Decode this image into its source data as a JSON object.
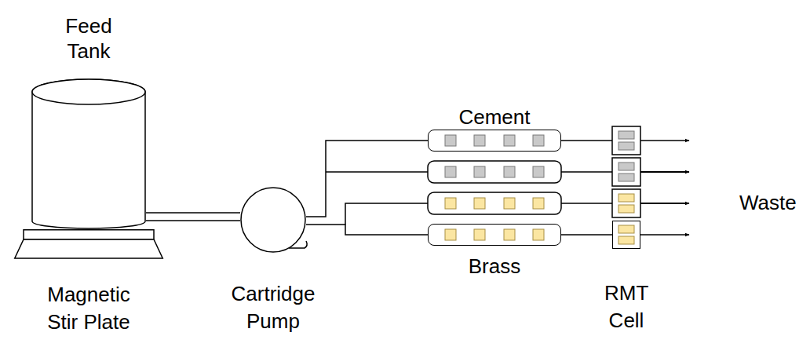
{
  "diagram": {
    "nodes": [
      {
        "text": [
          "Feed Tank"
        ]
      },
      {
        "text": [
          "Magnetic Stir Plate"
        ]
      },
      {
        "text": [
          "Cartridge Pump"
        ]
      },
      {
        "text": [
          "Cement"
        ]
      },
      {
        "text": [
          "Brass"
        ]
      },
      {
        "text": [
          "RMT Cell"
        ]
      }
    ],
    "edges": [
      {
        "from": 0,
        "to": 2,
        "arrow": "none"
      },
      {
        "from": 0,
        "to": 2,
        "arrow": "none"
      },
      {
        "from": 2,
        "to": 3,
        "arrow": "none"
      },
      {
        "from": 2,
        "to": 4,
        "arrow": "none"
      },
      {
        "from": 4,
        "to": 5,
        "arrow": "none"
      }
    ],
    "labels": [
      "Waste"
    ]
  }
}
